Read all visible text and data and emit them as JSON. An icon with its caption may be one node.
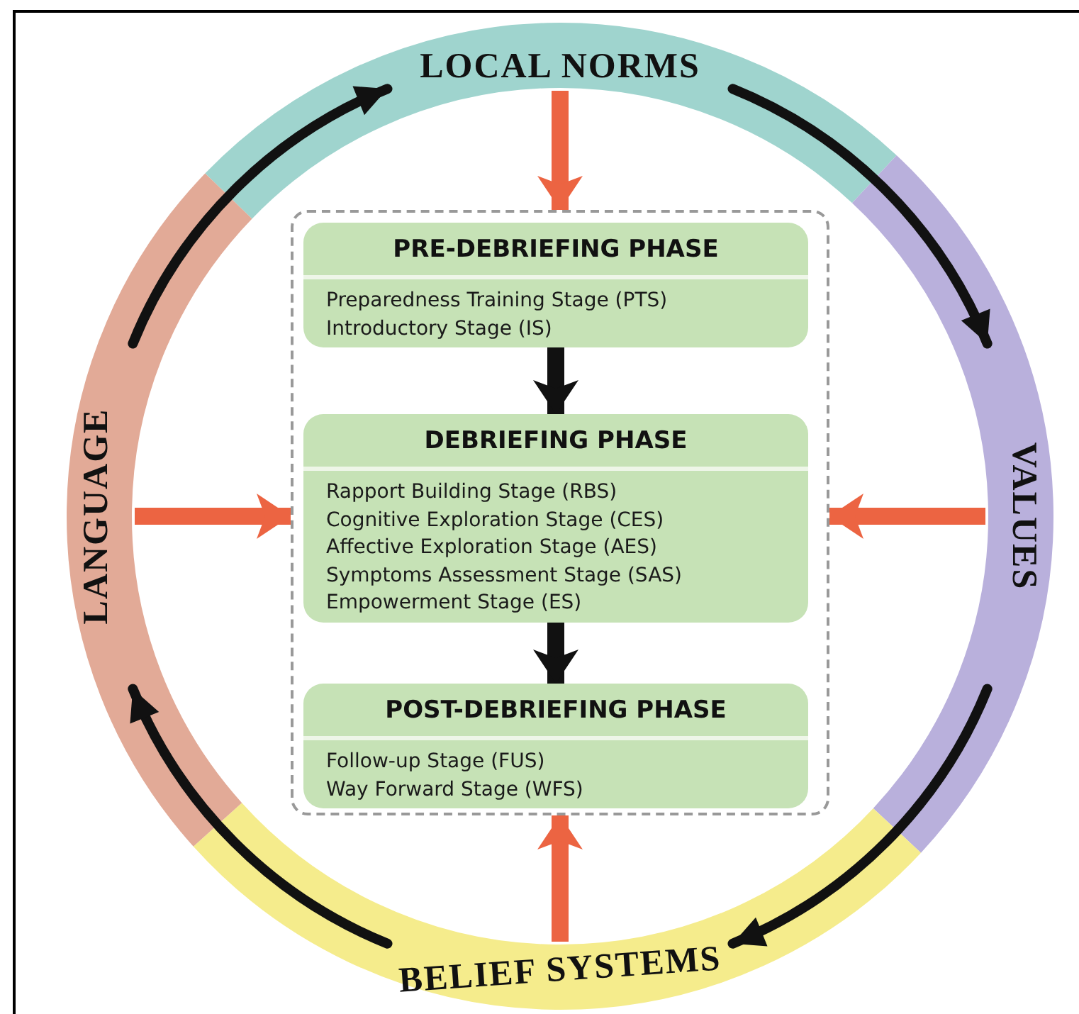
{
  "diagram": {
    "nodes": [
      {
        "text": [
          "LOCAL NORMS"
        ]
      },
      {
        "text": [
          "VALUES"
        ]
      },
      {
        "text": [
          "BELIEF SYSTEMS"
        ]
      },
      {
        "text": [
          "LANGUAGE"
        ]
      },
      {
        "text": [],
        "shape": "box"
      },
      {
        "text": [
          "PRE-DEBRIEFING PHASE",
          "Preparedness Training Stage (PTS)",
          "Introductory Stage (IS)"
        ],
        "in": 4
      },
      {
        "text": [
          "DEBRIEFING PHASE",
          "Rapport Building Stage (RBS)",
          "Cognitive Exploration Stage (CES)",
          "Affective Exploration Stage (AES)",
          "Symptoms Assessment Stage (SAS)",
          "Empowerment Stage (ES)"
        ],
        "in": 4
      },
      {
        "text": [
          "POST-DEBRIEFING PHASE",
          "Follow-up Stage (FUS)",
          "Way Forward Stage (WFS)"
        ],
        "in": 4
      }
    ],
    "edges": [
      {
        "from": 0,
        "to": 1,
        "arrow": "to"
      },
      {
        "from": 1,
        "to": 2,
        "arrow": "to"
      },
      {
        "from": 2,
        "to": 3,
        "arrow": "to"
      },
      {
        "from": 3,
        "to": 0,
        "arrow": "to"
      },
      {
        "from": 0,
        "to": 4,
        "arrow": "to",
        "color": "#ec6442"
      },
      {
        "from": 1,
        "to": 4,
        "arrow": "to",
        "color": "#ec6442"
      },
      {
        "from": 2,
        "to": 4,
        "arrow": "to",
        "color": "#ec6442"
      },
      {
        "from": 3,
        "to": 4,
        "arrow": "to",
        "color": "#ec6442"
      },
      {
        "from": 5,
        "to": 6,
        "arrow": "to"
      },
      {
        "from": 6,
        "to": 7,
        "arrow": "to"
      }
    ]
  }
}
